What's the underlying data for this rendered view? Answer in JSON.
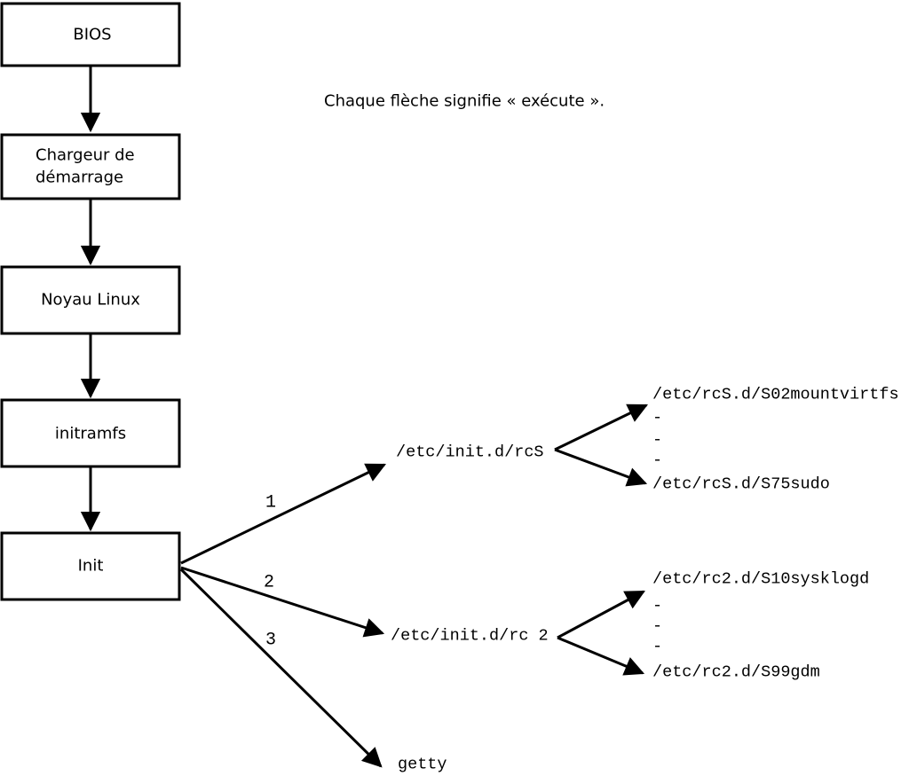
{
  "caption": "Chaque flèche signifie « exécute ».",
  "flow": {
    "bios": "BIOS",
    "bootloader_line1": "Chargeur de",
    "bootloader_line2": "démarrage",
    "kernel": "Noyau Linux",
    "initramfs": "initramfs",
    "init": "Init"
  },
  "branches": {
    "b1": {
      "number": "1",
      "target": "/etc/init.d/rcS"
    },
    "b2": {
      "number": "2",
      "target": "/etc/init.d/rc 2"
    },
    "b3": {
      "number": "3",
      "target": "getty"
    }
  },
  "rcS_fanout": {
    "first": "/etc/rcS.d/S02mountvirtfs",
    "dash1": "-",
    "dash2": "-",
    "dash3": "-",
    "last": "/etc/rcS.d/S75sudo"
  },
  "rc2_fanout": {
    "first": "/etc/rc2.d/S10sysklogd",
    "dash1": "-",
    "dash2": "-",
    "dash3": "-",
    "last": "/etc/rc2.d/S99gdm"
  },
  "colors": {
    "ink": "#000000",
    "background": "#ffffff"
  }
}
